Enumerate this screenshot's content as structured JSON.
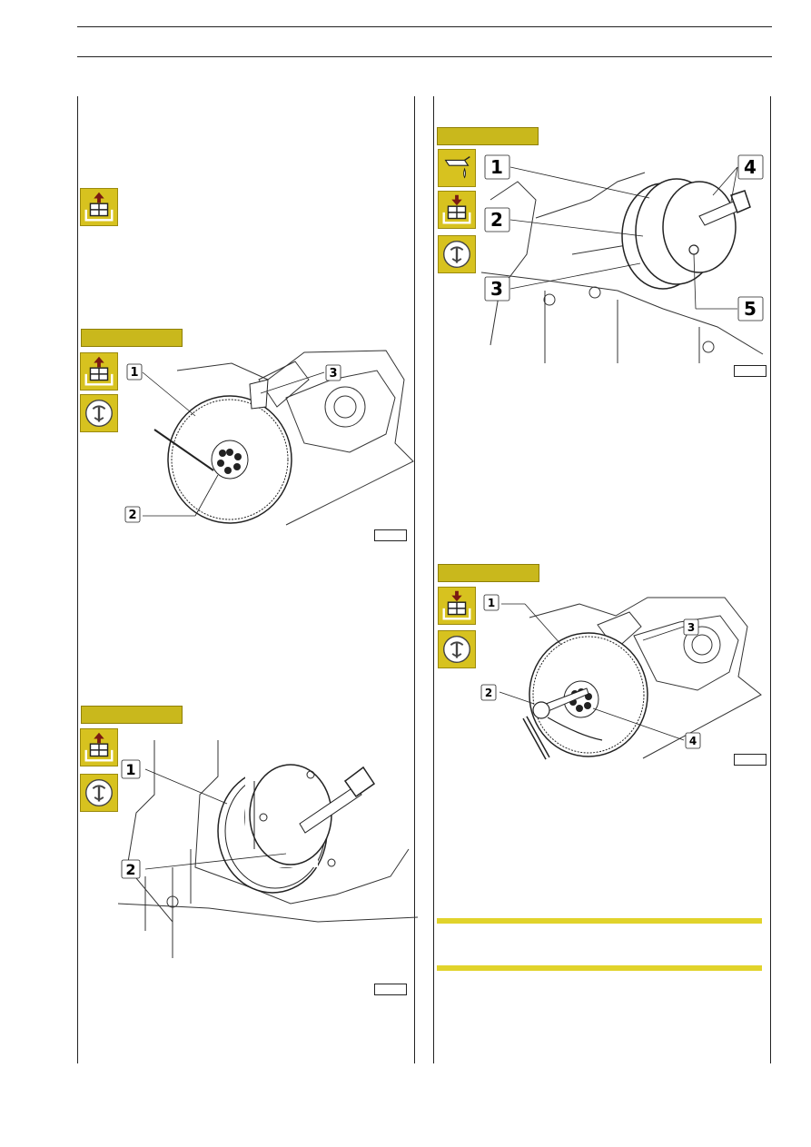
{
  "colors": {
    "tab_yellow": "#c9b81c",
    "icon_yellow": "#d7c21f",
    "highlight_bar": "#e1d32b",
    "arrow_red": "#7a1b12",
    "line": "#222222"
  },
  "icons": {
    "removal": "remove-arrow-up-icon",
    "refit": "refit-arrow-down-icon",
    "special_tool": "special-tool-icon",
    "oil": "oil-can-icon"
  },
  "figure_top_left": {
    "callouts": [
      "1",
      "2",
      "3"
    ]
  },
  "figure_bottom_left": {
    "callouts": [
      "1",
      "2"
    ]
  },
  "figure_top_right": {
    "callouts": [
      "1",
      "2",
      "3",
      "4",
      "5"
    ]
  },
  "figure_bottom_right": {
    "callouts": [
      "1",
      "2",
      "3",
      "4"
    ]
  }
}
